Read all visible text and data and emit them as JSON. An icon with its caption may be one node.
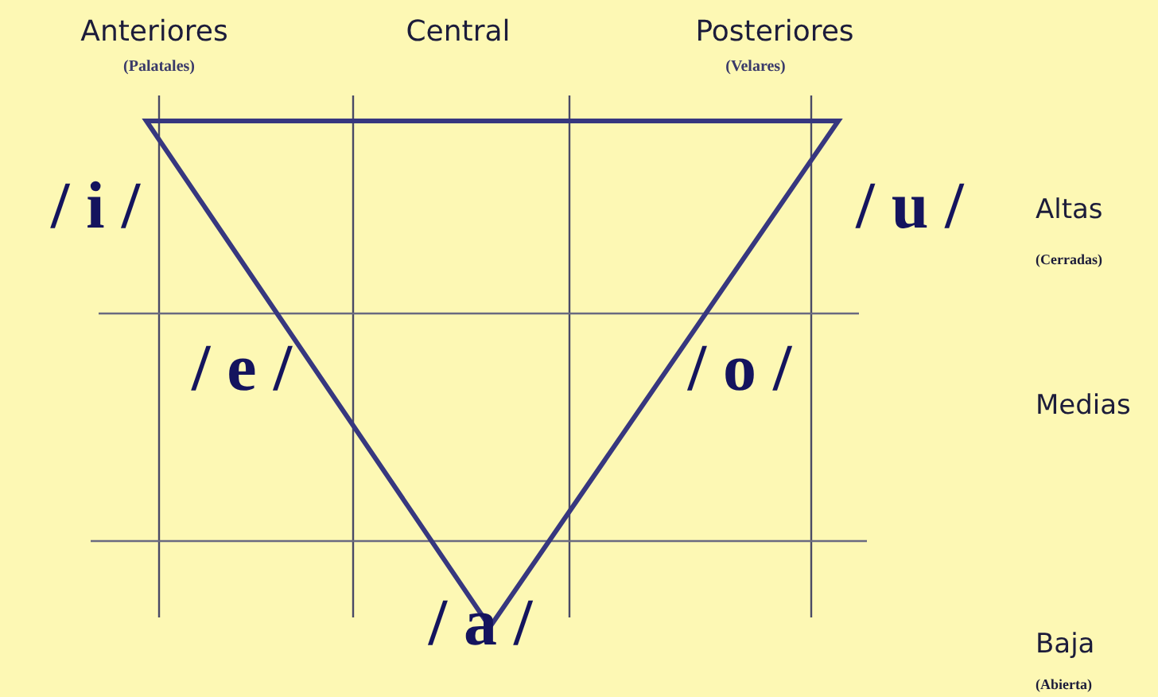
{
  "diagram": {
    "labels": [
      "Anteriores",
      "(Palatales)",
      "Central",
      "Posteriores",
      "(Velares)",
      "/ i /",
      "/ u /",
      "Altas",
      "(Cerradas)",
      "/ e /",
      "/ o /",
      "Medias",
      "/ a /",
      "Baja",
      "(Abierta)"
    ]
  }
}
